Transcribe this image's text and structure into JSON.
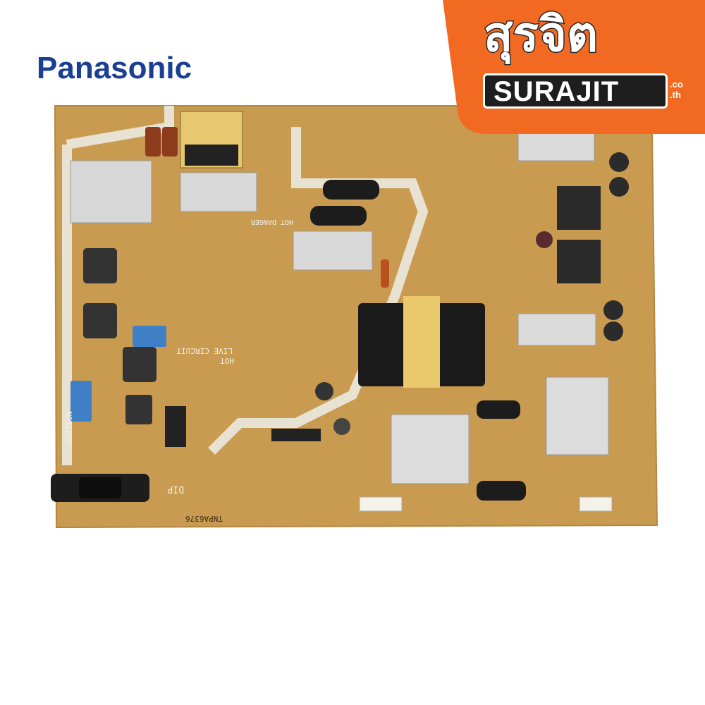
{
  "brand": {
    "name": "Panasonic",
    "color": "#1b3f93"
  },
  "corner_logo": {
    "thai_text": "สุรจิต",
    "latin_text": "SURAJIT",
    "suffix_top": ".co",
    "suffix_bottom": ".th",
    "color": "#f26a21"
  },
  "board_print": {
    "caution": "CAUTION",
    "danger": "HOT DANGER",
    "live_circuit": "LIVE CIRCUIT",
    "hot": "HOT",
    "dip": "DIP",
    "part_number": "TNPA6376",
    "board_color": "#c79a4e"
  }
}
